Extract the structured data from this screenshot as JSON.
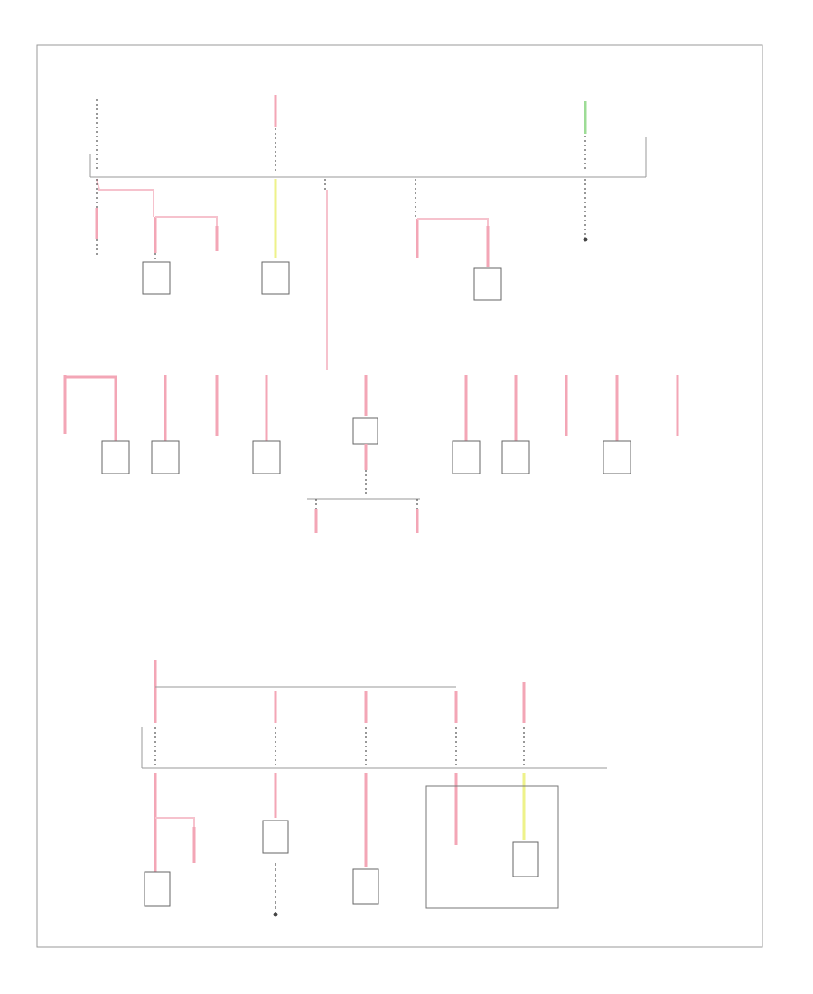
{
  "diagram": {
    "page_number": "",
    "colors": {
      "pink_wire": "#f3a6b6",
      "yellow_wire": "#eef28a",
      "green_wire": "#9ddc96",
      "black_wire": "#555555",
      "frame": "#999999"
    },
    "upper_bus_label": "",
    "middle_junction_label": "",
    "lower_bus_label": "",
    "source_nodes": [
      {
        "name": "source-top-left",
        "label": ""
      },
      {
        "name": "source-top-center",
        "label": ""
      },
      {
        "name": "source-top-right-green",
        "label": ""
      },
      {
        "name": "source-mid-splice",
        "label": ""
      },
      {
        "name": "source-lower-left",
        "label": ""
      },
      {
        "name": "source-lower-right",
        "label": ""
      }
    ],
    "components": [
      {
        "name": "component-upper-1",
        "label": ""
      },
      {
        "name": "component-upper-2",
        "label": ""
      },
      {
        "name": "component-upper-3",
        "label": ""
      },
      {
        "name": "component-upper-4",
        "label": ""
      },
      {
        "name": "component-upper-5",
        "label": ""
      },
      {
        "name": "component-upper-6",
        "label": ""
      },
      {
        "name": "component-upper-7",
        "label": ""
      },
      {
        "name": "component-middle-1",
        "label": ""
      },
      {
        "name": "component-middle-2",
        "label": ""
      },
      {
        "name": "component-middle-3",
        "label": ""
      },
      {
        "name": "component-middle-4",
        "label": ""
      },
      {
        "name": "component-middle-5",
        "label": ""
      },
      {
        "name": "component-middle-6",
        "label": ""
      },
      {
        "name": "component-middle-7",
        "label": ""
      },
      {
        "name": "component-middle-8",
        "label": ""
      },
      {
        "name": "component-middle-9",
        "label": ""
      },
      {
        "name": "component-middle-10",
        "label": ""
      },
      {
        "name": "component-middle-11",
        "label": ""
      },
      {
        "name": "component-middle-12",
        "label": ""
      },
      {
        "name": "component-lower-1",
        "label": ""
      },
      {
        "name": "component-lower-2",
        "label": ""
      },
      {
        "name": "component-lower-3",
        "label": ""
      },
      {
        "name": "component-lower-4",
        "label": ""
      },
      {
        "name": "component-lower-5",
        "label": ""
      },
      {
        "name": "component-lower-6",
        "label": ""
      },
      {
        "name": "component-lower-7",
        "label": ""
      },
      {
        "name": "component-lower-8",
        "label": ""
      }
    ]
  }
}
